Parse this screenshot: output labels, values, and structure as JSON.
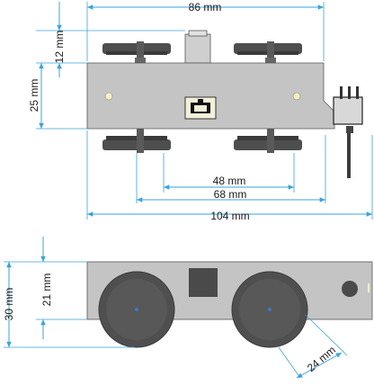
{
  "top_view": {
    "dimensions": {
      "overall_width_top": "86 mm",
      "motor_height": "12 mm",
      "chassis_height": "25 mm",
      "axle_spacing": "48 mm",
      "wheel_span": "68 mm",
      "overall_length": "104 mm"
    }
  },
  "side_view": {
    "dimensions": {
      "overall_height": "30 mm",
      "chassis_height": "21 mm",
      "wheel_diameter": "24 mm"
    }
  },
  "colors": {
    "dimension_line": "#3aa3de",
    "chassis": "#c4c4c4",
    "wheel": "#4a4a4a",
    "axle_center": "#3a78c8"
  }
}
